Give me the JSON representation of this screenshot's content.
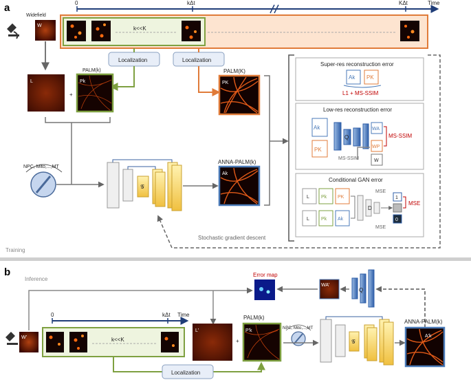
{
  "panels": {
    "a": {
      "letter": "a",
      "time_axis": {
        "start": "0",
        "mid": "kΔt",
        "end": "KΔt",
        "label": "Time"
      },
      "widefield_label": "Widefield",
      "widefield_tag": "W",
      "stack_label": "k<<K",
      "localization_left": "Localization",
      "localization_right": "Localization",
      "low_res_tag": "L",
      "plus": "+",
      "palm_k_small": "PALM(k)",
      "palm_k_small_tag": "Pk",
      "palm_K_label": "PALM(K)",
      "palm_K_tag": "PK",
      "anna_label": "ANNA-PALM(k)",
      "anna_tag": "Ak",
      "generator_symbol": "𝒢",
      "context_label": "NPC, Mito,...,MT",
      "training_label": "Training",
      "sgd_label": "Stochastic gradient descent",
      "loss_boxes": {
        "superres": {
          "title": "Super-res reconstruction error",
          "a": "Ak",
          "b": "PK",
          "formula": "L1 + MS-SSIM"
        },
        "lowres": {
          "title": "Low-res reconstruction error",
          "input_a": "Ak",
          "input_b": "PK",
          "q_symbol": "Q",
          "wa": "WA",
          "wp": "WP",
          "w": "W",
          "msssim_right": "MS-SSIM",
          "msssim_bottom": "MS-SSIM"
        },
        "gan": {
          "title": "Conditional GAN error",
          "row1": [
            "L",
            "Pk",
            "PK"
          ],
          "row2": [
            "L",
            "Pk",
            "Ak"
          ],
          "d_symbol": "D",
          "mse_top": "MSE",
          "mse_bottom": "MSE",
          "mse_right": "MSE",
          "out_one": "1",
          "out_zero": "0"
        }
      }
    },
    "b": {
      "letter": "b",
      "inference_label": "Inference",
      "error_map_label": "Error map",
      "wa_tag": "WA'",
      "q_symbol": "Q",
      "time_axis": {
        "start": "0",
        "mid": "kΔt",
        "label": "Time"
      },
      "widefield_tag": "W'",
      "stack_label": "k<<K",
      "localization": "Localization",
      "low_res_tag": "L'",
      "plus": "+",
      "palm_label": "PALM(k)",
      "palm_tag": "P'k",
      "context_label": "NPC, Mito,...,MT",
      "generator_symbol": "𝒢",
      "anna_label": "ANNA-PALM(k)",
      "anna_tag": "A'k"
    }
  },
  "colors": {
    "orange": "#e07b39",
    "green": "#7ea040",
    "blue": "#4a7ab8",
    "red": "#c00000",
    "navy": "#1f3d78"
  }
}
